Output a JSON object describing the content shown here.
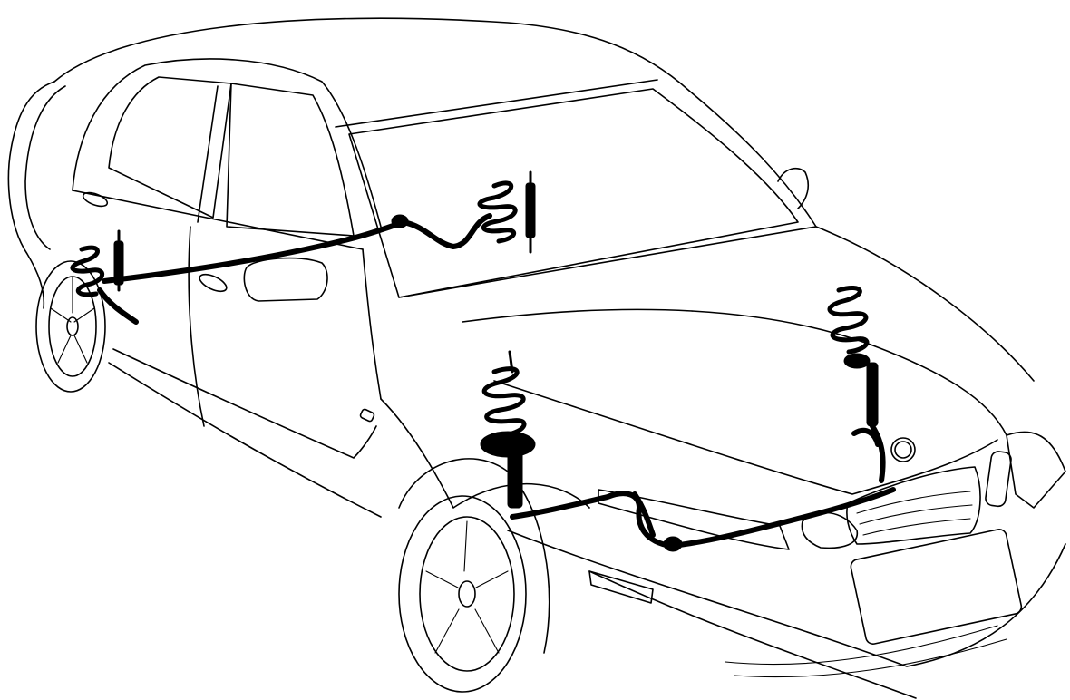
{
  "diagram": {
    "subject": "car-suspension-cutaway",
    "components": [
      "front-left-strut",
      "front-right-strut",
      "front-anti-roll-bar",
      "rear-anti-roll-bar",
      "rear-left-coil-spring",
      "rear-left-shock-absorber",
      "rear-right-coil-spring",
      "rear-right-shock-absorber"
    ],
    "colors": {
      "line": "#000000",
      "background": "#ffffff"
    }
  }
}
